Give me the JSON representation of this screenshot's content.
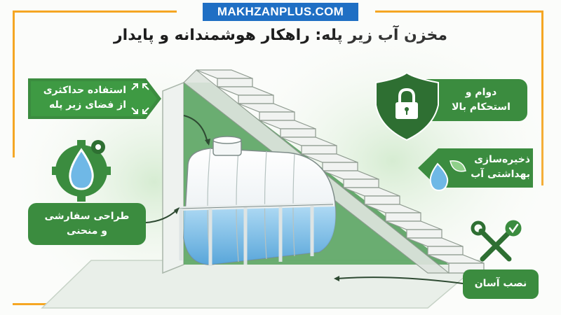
{
  "brand": "MAKHZANPLUS.COM",
  "title": "مخزن آب زیر پله: راهکار هوشمندانه و پایدار",
  "features": {
    "space": {
      "line1": "استفاده حداکثری",
      "line2": "از فضای زیر پله",
      "icon": "expand-arrows-icon"
    },
    "durability": {
      "line1": "دوام و",
      "line2": "استحکام بالا",
      "icon": "lock-shield-icon"
    },
    "hygiene": {
      "line1": "ذخیره‌سازی",
      "line2": "بهداشتی آب",
      "icon": "water-leaf-icon"
    },
    "custom": {
      "line1": "طراحی سفارشی",
      "line2": "و منحنی",
      "icon": "gear-droplet-icon"
    },
    "install": {
      "line1": "نصب آسان",
      "icon": "wrench-screwdriver-icon"
    }
  },
  "colors": {
    "brand_blue": "#1f6fc4",
    "frame_orange": "#f5a623",
    "green": "#3b8c3f",
    "dark_green": "#2e6f32",
    "water_blue": "#6fb8e6"
  }
}
